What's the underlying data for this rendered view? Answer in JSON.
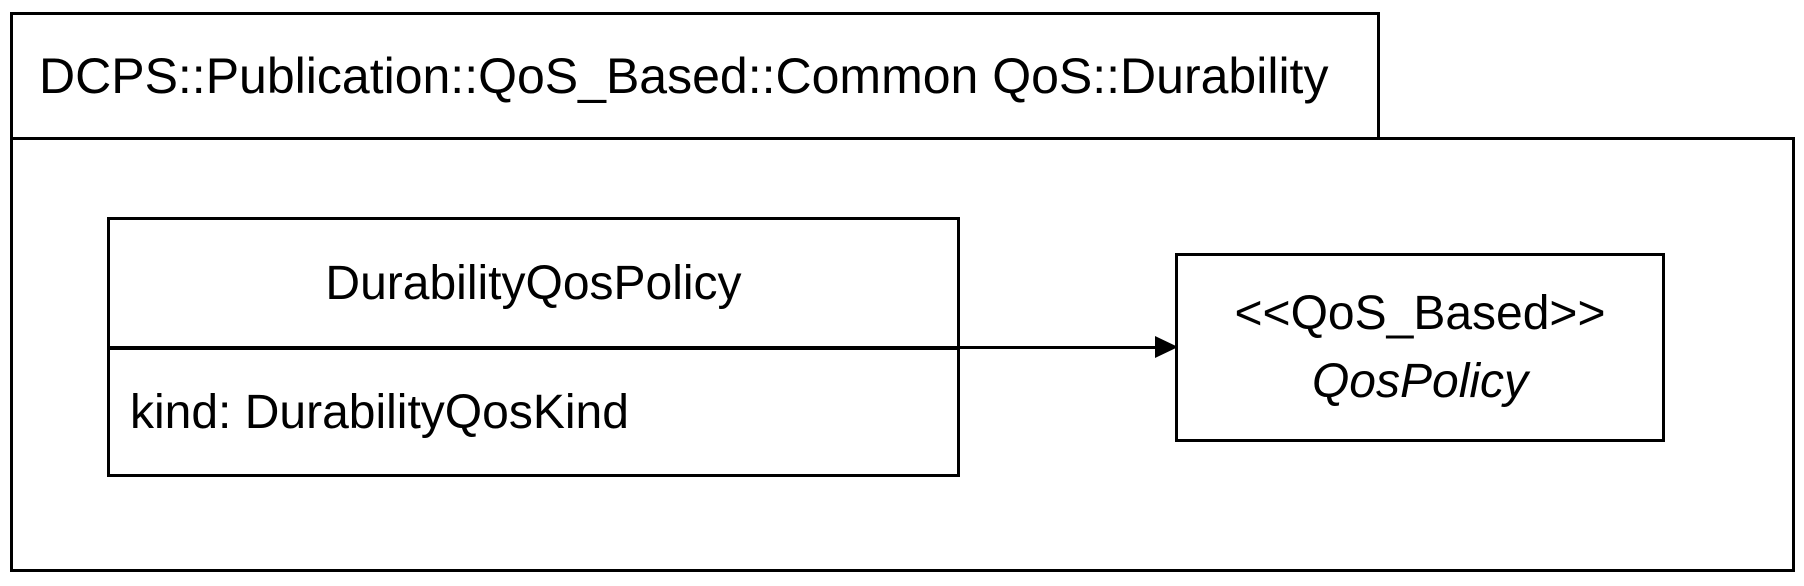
{
  "colors": {
    "line": "#000000",
    "background": "#ffffff",
    "text": "#000000"
  },
  "package": {
    "title": "DCPS::Publication::QoS_Based::Common QoS::Durability"
  },
  "class_box": {
    "name": "DurabilityQosPolicy",
    "attributes": [
      "kind: DurabilityQosKind"
    ]
  },
  "target_box": {
    "stereotype": "<<QoS_Based>>",
    "name": "QosPolicy"
  }
}
